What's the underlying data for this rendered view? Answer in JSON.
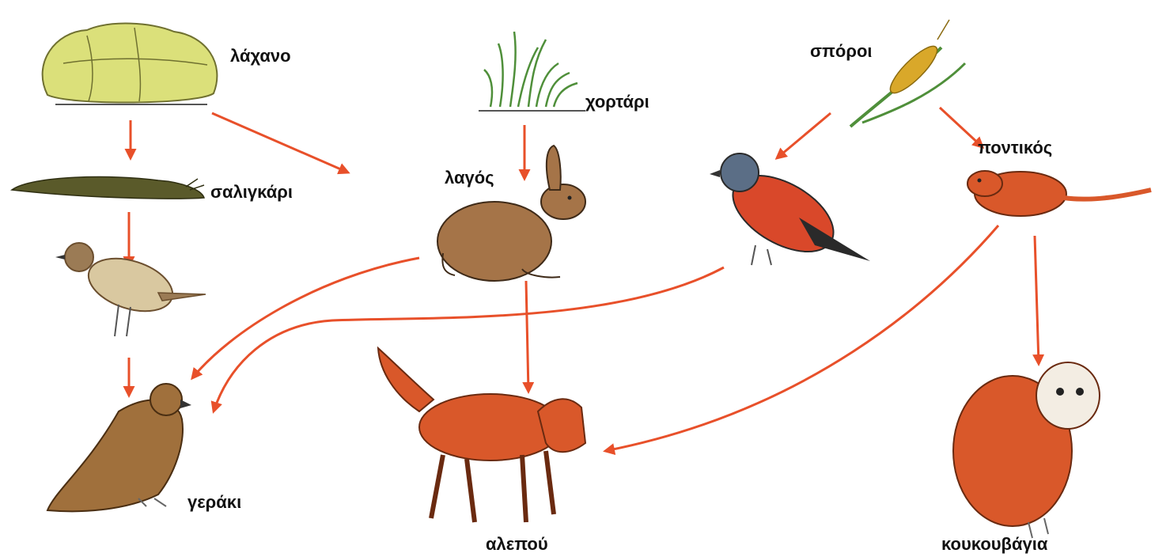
{
  "organisms": {
    "cabbage": "λάχανο",
    "grass": "χορτάρι",
    "seeds": "σπόροι",
    "snail": "σαλιγκάρι",
    "hare": "λαγός",
    "mouse": "ποντικός",
    "thrush": "",
    "finch": "",
    "hawk": "γεράκι",
    "fox": "αλεπού",
    "owl": "κουκουβάγια"
  },
  "links": [
    {
      "from": "cabbage",
      "to": "snail"
    },
    {
      "from": "cabbage",
      "to": "hare"
    },
    {
      "from": "snail",
      "to": "thrush"
    },
    {
      "from": "thrush",
      "to": "hawk"
    },
    {
      "from": "grass",
      "to": "hare"
    },
    {
      "from": "hare",
      "to": "fox"
    },
    {
      "from": "hare",
      "to": "hawk"
    },
    {
      "from": "seeds",
      "to": "finch"
    },
    {
      "from": "seeds",
      "to": "mouse"
    },
    {
      "from": "finch",
      "to": "hawk"
    },
    {
      "from": "mouse",
      "to": "fox"
    },
    {
      "from": "mouse",
      "to": "owl"
    }
  ],
  "colors": {
    "arrow": "#e8502a",
    "cabbage": "#dbe07a",
    "grass": "#4f8f3a",
    "seed": "#d9a82a",
    "snail": "#5a5a2a",
    "hare": "#a57448",
    "fox": "#d9582a",
    "finch": "#d9482a",
    "mouse": "#d9582a",
    "owl": "#d9582a",
    "hawk": "#a0703c",
    "thrush": "#9b7b55"
  }
}
